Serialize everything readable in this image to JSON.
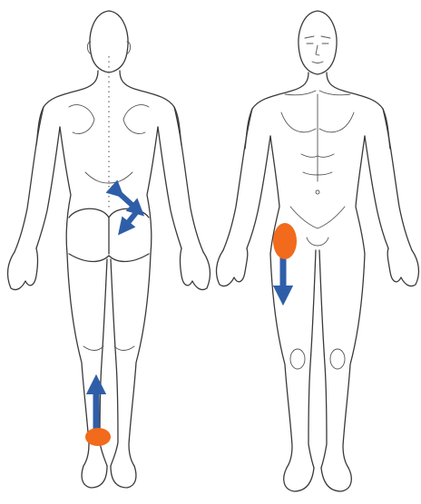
{
  "diagram": {
    "figures": [
      {
        "view": "posterior"
      },
      {
        "view": "anterior"
      }
    ],
    "colors": {
      "pain_marker": "#f26a1b",
      "arrow": "#2f5ea8",
      "outline": "#3a3a3a",
      "background": "#ffffff"
    },
    "markers": [
      {
        "figure": "posterior",
        "region": "lower-leg-ankle",
        "shape": "ellipse",
        "arrow_direction": "up"
      },
      {
        "figure": "posterior",
        "region": "lower-back-buttock",
        "shape": "none",
        "arrow_direction": "bidirectional-diagonal"
      },
      {
        "figure": "anterior",
        "region": "hip-groin",
        "shape": "ellipse",
        "arrow_direction": "down"
      }
    ]
  }
}
